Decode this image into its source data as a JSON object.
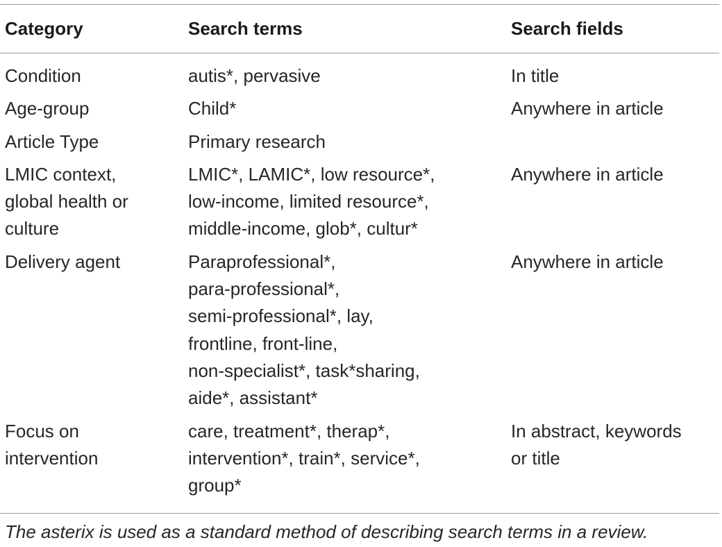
{
  "table": {
    "headers": [
      "Category",
      "Search terms",
      "Search fields"
    ],
    "rows": [
      {
        "category": [
          "Condition"
        ],
        "terms": [
          "autis*, pervasive"
        ],
        "fields": [
          "In title"
        ]
      },
      {
        "category": [
          "Age-group"
        ],
        "terms": [
          "Child*"
        ],
        "fields": [
          "Anywhere in article"
        ]
      },
      {
        "category": [
          "Article Type"
        ],
        "terms": [
          "Primary research"
        ],
        "fields": [
          ""
        ]
      },
      {
        "category": [
          "LMIC context,",
          "global health or",
          "culture"
        ],
        "terms": [
          "LMIC*, LAMIC*, low resource*,",
          "low-income, limited resource*,",
          "middle-income, glob*, cultur*"
        ],
        "fields": [
          "Anywhere in article"
        ]
      },
      {
        "category": [
          "Delivery agent"
        ],
        "terms": [
          "Paraprofessional*,",
          "para-professional*,",
          "semi-professional*, lay,",
          "frontline, front-line,",
          "non-specialist*, task*sharing,",
          "aide*, assistant*"
        ],
        "fields": [
          "Anywhere in article"
        ]
      },
      {
        "category": [
          "Focus on",
          "intervention"
        ],
        "terms": [
          "care, treatment*, therap*,",
          "intervention*, train*, service*,",
          "group*"
        ],
        "fields": [
          "In abstract, keywords",
          "or title"
        ]
      }
    ]
  },
  "footnote": "The asterix is used as a standard method of describing search terms in a review."
}
